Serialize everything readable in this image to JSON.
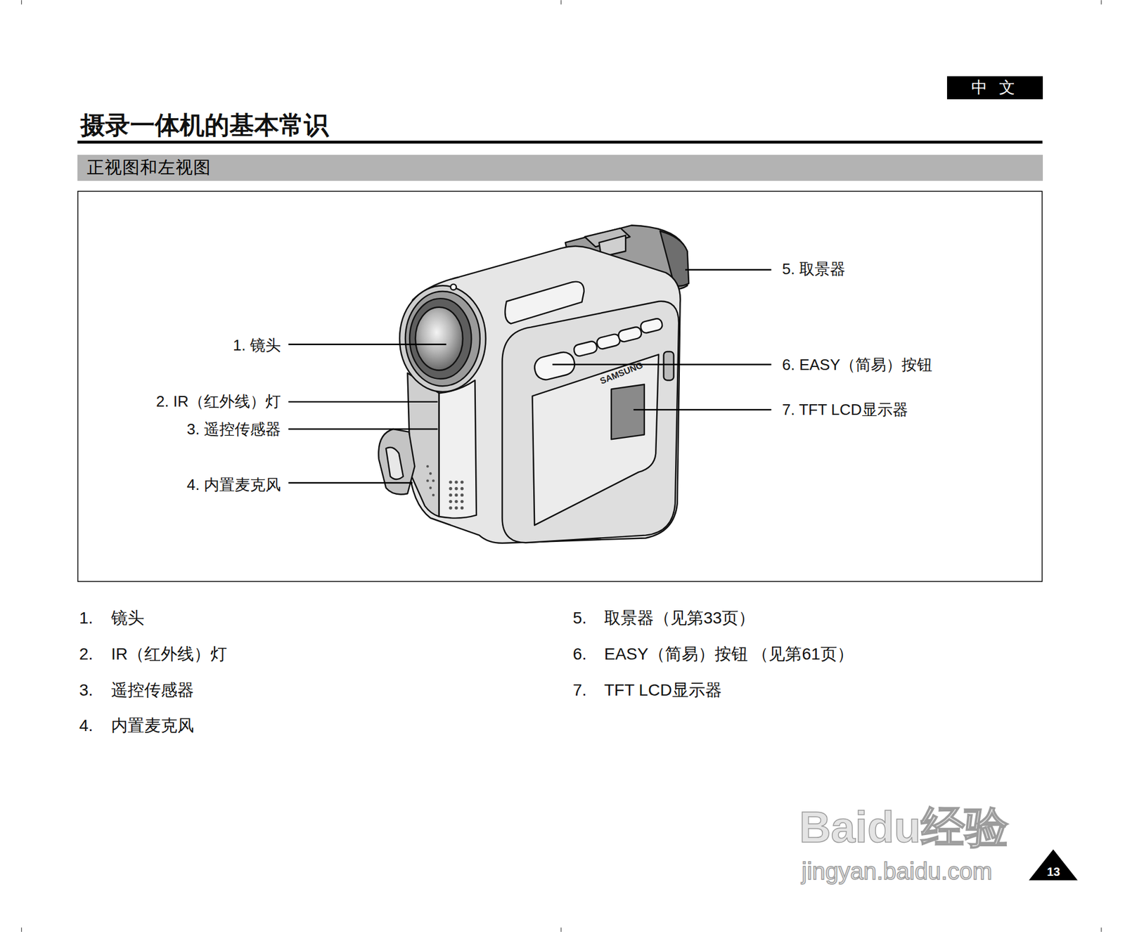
{
  "diagram": {
    "title": "摄录一体机的基本常识",
    "nodes": [
      {
        "text": [
          "中 文"
        ]
      },
      {
        "text": [
          "正视图和左视图"
        ]
      }
    ],
    "labels": [
      "1. 镜头",
      "2. IR（红外线）灯",
      "3. 遥控传感器",
      "4. 内置麦克风",
      "5. 取景器",
      "6. EASY（简易）按钮",
      "7. TFT LCD显示器",
      "SAMSUNG",
      "1.",
      "镜头",
      "2.",
      "IR（红外线）灯",
      "3.",
      "遥控传感器",
      "4.",
      "内置麦克风",
      "5.",
      "取景器（见第33页）",
      "6.",
      "EASY（简易）按钮 （见第61页）",
      "7.",
      "TFT LCD显示器",
      "13",
      "Baidu经验",
      "jingyan.baidu.com"
    ]
  }
}
